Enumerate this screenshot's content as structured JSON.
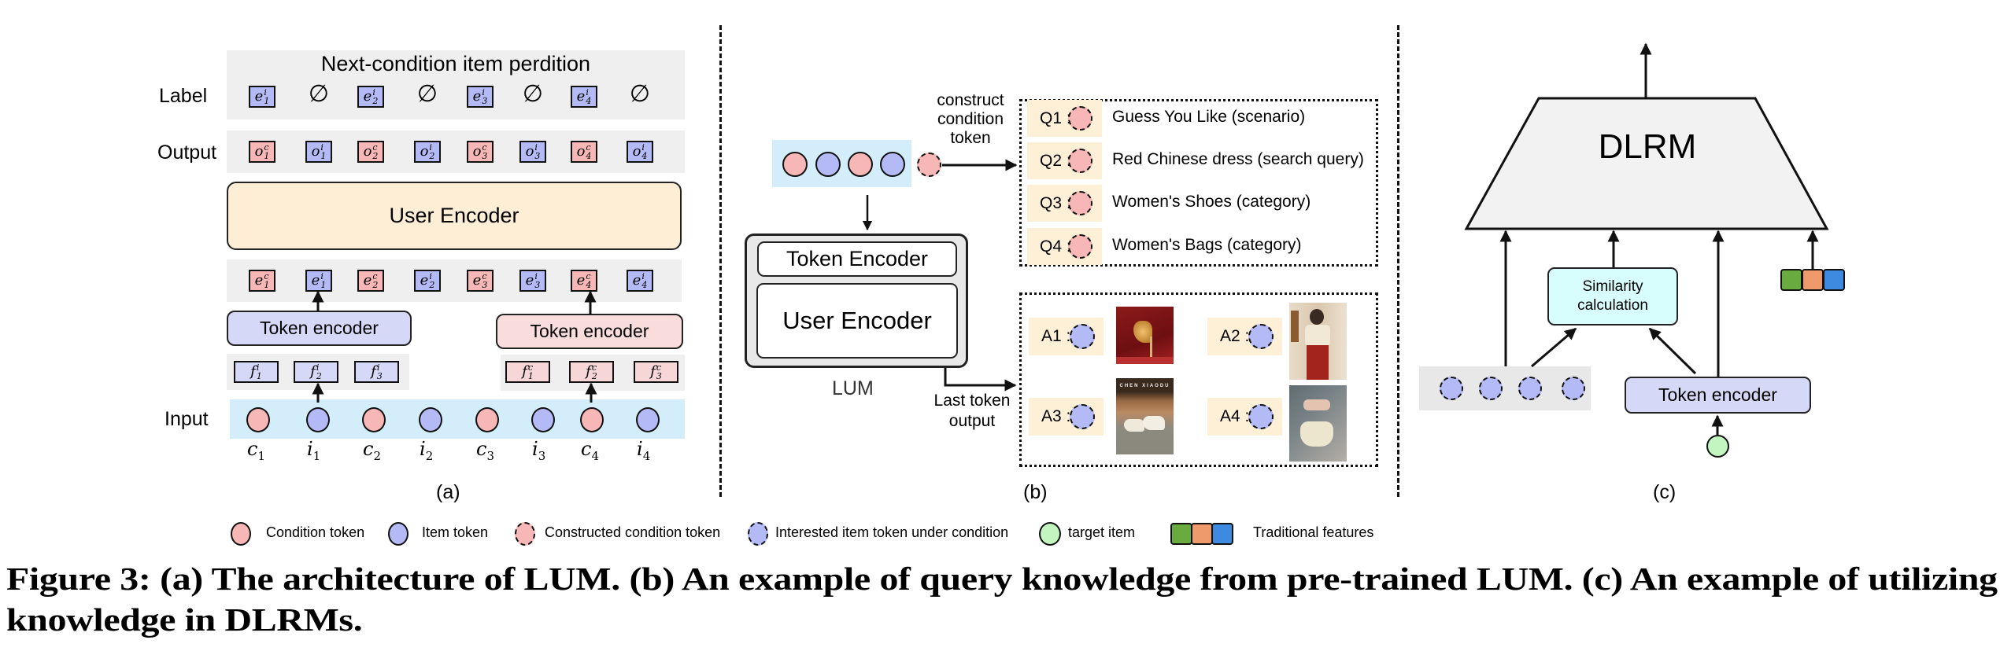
{
  "panel_a": {
    "label_row_title": "Next-condition item perdition",
    "row_labels": {
      "label": "Label",
      "output": "Output",
      "input": "Input"
    },
    "label_tokens": [
      {
        "base": "e",
        "sup": "i",
        "sub": "1",
        "kind": "item"
      },
      {
        "kind": "empty",
        "symbol": "∅"
      },
      {
        "base": "e",
        "sup": "i",
        "sub": "2",
        "kind": "item"
      },
      {
        "kind": "empty",
        "symbol": "∅"
      },
      {
        "base": "e",
        "sup": "i",
        "sub": "3",
        "kind": "item"
      },
      {
        "kind": "empty",
        "symbol": "∅"
      },
      {
        "base": "e",
        "sup": "i",
        "sub": "4",
        "kind": "item"
      },
      {
        "kind": "empty",
        "symbol": "∅"
      }
    ],
    "output_tokens": [
      {
        "base": "o",
        "sup": "c",
        "sub": "1",
        "kind": "condition"
      },
      {
        "base": "o",
        "sup": "i",
        "sub": "1",
        "kind": "item"
      },
      {
        "base": "o",
        "sup": "c",
        "sub": "2",
        "kind": "condition"
      },
      {
        "base": "o",
        "sup": "i",
        "sub": "2",
        "kind": "item"
      },
      {
        "base": "o",
        "sup": "c",
        "sub": "3",
        "kind": "condition"
      },
      {
        "base": "o",
        "sup": "i",
        "sub": "3",
        "kind": "item"
      },
      {
        "base": "o",
        "sup": "c",
        "sub": "4",
        "kind": "condition"
      },
      {
        "base": "o",
        "sup": "i",
        "sub": "4",
        "kind": "item"
      }
    ],
    "user_encoder_label": "User Encoder",
    "embedding_tokens": [
      {
        "base": "e",
        "sup": "c",
        "sub": "1",
        "kind": "condition"
      },
      {
        "base": "e",
        "sup": "i",
        "sub": "1",
        "kind": "item"
      },
      {
        "base": "e",
        "sup": "c",
        "sub": "2",
        "kind": "condition"
      },
      {
        "base": "e",
        "sup": "i",
        "sub": "2",
        "kind": "item"
      },
      {
        "base": "e",
        "sup": "c",
        "sub": "3",
        "kind": "condition"
      },
      {
        "base": "e",
        "sup": "i",
        "sub": "3",
        "kind": "item"
      },
      {
        "base": "e",
        "sup": "c",
        "sub": "4",
        "kind": "condition"
      },
      {
        "base": "e",
        "sup": "i",
        "sub": "4",
        "kind": "item"
      }
    ],
    "token_encoder_item_label": "Token encoder",
    "token_encoder_condition_label": "Token encoder",
    "item_features": [
      {
        "base": "f",
        "sup": "i",
        "sub": "1"
      },
      {
        "base": "f",
        "sup": "i",
        "sub": "2"
      },
      {
        "base": "f",
        "sup": "i",
        "sub": "3"
      }
    ],
    "condition_features": [
      {
        "base": "f",
        "sup": "c",
        "sub": "1"
      },
      {
        "base": "f",
        "sup": "c",
        "sub": "2"
      },
      {
        "base": "f",
        "sup": "c",
        "sub": "3"
      }
    ],
    "input_tokens": [
      {
        "base": "c",
        "sub": "1",
        "kind": "condition"
      },
      {
        "base": "i",
        "sub": "1",
        "kind": "item"
      },
      {
        "base": "c",
        "sub": "2",
        "kind": "condition"
      },
      {
        "base": "i",
        "sub": "2",
        "kind": "item"
      },
      {
        "base": "c",
        "sub": "3",
        "kind": "condition"
      },
      {
        "base": "i",
        "sub": "3",
        "kind": "item"
      },
      {
        "base": "c",
        "sub": "4",
        "kind": "condition"
      },
      {
        "base": "i",
        "sub": "4",
        "kind": "item"
      }
    ],
    "panel_label": "(a)"
  },
  "panel_b": {
    "construct_label": [
      "construct",
      "condition",
      "token"
    ],
    "token_encoder_label": "Token Encoder",
    "user_encoder_label": "User Encoder",
    "model_label": "LUM",
    "last_token_label": [
      "Last token",
      "output"
    ],
    "queries": [
      {
        "id": "Q1",
        "text": "Guess You Like (scenario)"
      },
      {
        "id": "Q2",
        "text": "Red Chinese dress (search query)"
      },
      {
        "id": "Q3",
        "text": "Women's Shoes (category)"
      },
      {
        "id": "Q4",
        "text": "Women's Bags (category)"
      }
    ],
    "answers": [
      {
        "id": "A1",
        "image": "red-jewelry-hairpin-product-image"
      },
      {
        "id": "A2",
        "image": "red-chinese-dress-product-image"
      },
      {
        "id": "A3",
        "image": "white-womens-shoes-product-image",
        "image_text": "CHEN XIAODU"
      },
      {
        "id": "A4",
        "image": "white-womens-bag-product-image"
      }
    ],
    "panel_label": "(b)"
  },
  "panel_c": {
    "dlrm_label": "DLRM",
    "similarity_label": [
      "Similarity",
      "calculation"
    ],
    "token_encoder_label": "Token encoder",
    "panel_label": "(c)"
  },
  "legend": [
    {
      "label": "Condition token",
      "icon": "condition-token-icon"
    },
    {
      "label": "Item token",
      "icon": "item-token-icon"
    },
    {
      "label": "Constructed condition token",
      "icon": "constructed-condition-token-icon"
    },
    {
      "label": "Interested item token under condition",
      "icon": "interested-item-token-icon"
    },
    {
      "label": "target item",
      "icon": "target-item-icon"
    },
    {
      "label": "Traditional features",
      "icon": "traditional-features-icon"
    }
  ],
  "colors": {
    "condition": "#f8b7b7",
    "item": "#b4baf5",
    "target": "#c3f5c0",
    "feature_green": "#6aab40",
    "feature_orange": "#ee9a6c",
    "feature_blue": "#3d8ae0",
    "user_encoder": "#feeed6",
    "similarity": "#d8fdfd",
    "input_band": "#d3eefa"
  },
  "caption": {
    "line1": "Figure 3: (a) The architecture of LUM. (b) An example of query knowledge from pre-trained LUM. (c) An example of utilizing",
    "line2": "knowledge in DLRMs."
  }
}
